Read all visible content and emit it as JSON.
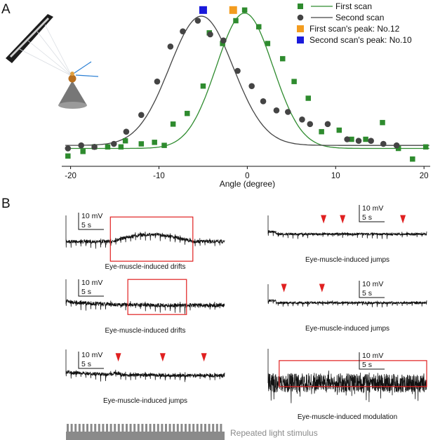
{
  "panels": {
    "a": "A",
    "b": "B"
  },
  "chart_data": {
    "type": "scatter",
    "xlabel": "Angle (degree)",
    "ylabel": "",
    "xlim": [
      -21,
      20.7
    ],
    "ylim": [
      0,
      1.02
    ],
    "xticks": [
      -20,
      -10,
      0,
      10,
      20
    ],
    "grid": false,
    "legend_position": "top-right",
    "series": [
      {
        "name": "First scan",
        "marker": "square",
        "color": "#2e8b2e",
        "points": [
          [
            -20.3,
            0.04
          ],
          [
            -18.6,
            0.07
          ],
          [
            -17.3,
            0.1
          ],
          [
            -15.8,
            0.1
          ],
          [
            -14.3,
            0.1
          ],
          [
            -13.8,
            0.14
          ],
          [
            -12.0,
            0.12
          ],
          [
            -10.5,
            0.13
          ],
          [
            -9.4,
            0.11
          ],
          [
            -8.4,
            0.25
          ],
          [
            -6.8,
            0.32
          ],
          [
            -5.0,
            0.5
          ],
          [
            -4.3,
            0.85
          ],
          [
            -2.8,
            0.78
          ],
          [
            -1.3,
            0.93
          ],
          [
            -0.3,
            1.0
          ],
          [
            1.3,
            0.89
          ],
          [
            2.3,
            0.78
          ],
          [
            4.0,
            0.68
          ],
          [
            5.3,
            0.53
          ],
          [
            6.9,
            0.42
          ],
          [
            8.4,
            0.2
          ],
          [
            10.4,
            0.21
          ],
          [
            11.8,
            0.15
          ],
          [
            13.4,
            0.15
          ],
          [
            15.3,
            0.26
          ],
          [
            17.1,
            0.09
          ],
          [
            18.7,
            0.02
          ],
          [
            20.2,
            0.1
          ]
        ],
        "fit": {
          "mu": -0.3,
          "sigma": 3.2,
          "amp": 0.89,
          "base": 0.09
        }
      },
      {
        "name": "Second scan",
        "marker": "circle",
        "color": "#444444",
        "points": [
          [
            -20.3,
            0.09
          ],
          [
            -18.8,
            0.11
          ],
          [
            -17.3,
            0.1
          ],
          [
            -15.1,
            0.12
          ],
          [
            -13.7,
            0.2
          ],
          [
            -12.0,
            0.31
          ],
          [
            -10.2,
            0.53
          ],
          [
            -8.7,
            0.76
          ],
          [
            -7.3,
            0.86
          ],
          [
            -5.6,
            0.93
          ],
          [
            -4.2,
            0.84
          ],
          [
            -2.7,
            0.8
          ],
          [
            -1.1,
            0.6
          ],
          [
            0.5,
            0.5
          ],
          [
            1.8,
            0.4
          ],
          [
            3.3,
            0.34
          ],
          [
            4.6,
            0.33
          ],
          [
            6.2,
            0.28
          ],
          [
            7.1,
            0.25
          ],
          [
            9.1,
            0.25
          ],
          [
            11.3,
            0.15
          ],
          [
            12.6,
            0.14
          ],
          [
            14.0,
            0.14
          ],
          [
            15.4,
            0.12
          ],
          [
            16.9,
            0.11
          ]
        ],
        "fit": {
          "mu": -5.2,
          "sigma": 3.6,
          "amp": 0.85,
          "base": 0.11
        }
      },
      {
        "name": "First scan's peak: No.12",
        "marker": "square",
        "color": "#f39c1f",
        "points": [
          [
            -1.6,
            1.0
          ]
        ]
      },
      {
        "name": "Second scan's peak: No.10",
        "marker": "square",
        "color": "#1a1adb",
        "points": [
          [
            -5.0,
            1.0
          ]
        ]
      }
    ]
  },
  "traces": [
    {
      "caption": "Eye-muscle-induced drifts",
      "scale_v": "10 mV",
      "scale_t": "5 s",
      "events": [
        {
          "kind": "box"
        }
      ]
    },
    {
      "caption": "Eye-muscle-induced jumps",
      "scale_v": "10 mV",
      "scale_t": "5 s",
      "events": [
        {
          "kind": "arrow"
        },
        {
          "kind": "arrow"
        },
        {
          "kind": "arrow"
        }
      ]
    },
    {
      "caption": "Eye-muscle-induced drifts",
      "scale_v": "10 mV",
      "scale_t": "5 s",
      "events": [
        {
          "kind": "box"
        }
      ]
    },
    {
      "caption": "Eye-muscle-induced jumps",
      "scale_v": "10 mV",
      "scale_t": "5 s",
      "events": [
        {
          "kind": "arrow"
        },
        {
          "kind": "arrow"
        }
      ]
    },
    {
      "caption": "Eye-muscle-induced jumps",
      "scale_v": "10 mV",
      "scale_t": "5 s",
      "events": [
        {
          "kind": "arrow"
        },
        {
          "kind": "arrow"
        },
        {
          "kind": "arrow"
        }
      ]
    },
    {
      "caption": "Eye-muscle-induced modulation",
      "scale_v": "10 mV",
      "scale_t": "5 s",
      "events": [
        {
          "kind": "box"
        }
      ]
    }
  ],
  "stimulus": {
    "label": "Repeated light stimulus"
  },
  "colors": {
    "accent_red": "#e02020",
    "stimulus_gray": "#8a8a8a"
  }
}
